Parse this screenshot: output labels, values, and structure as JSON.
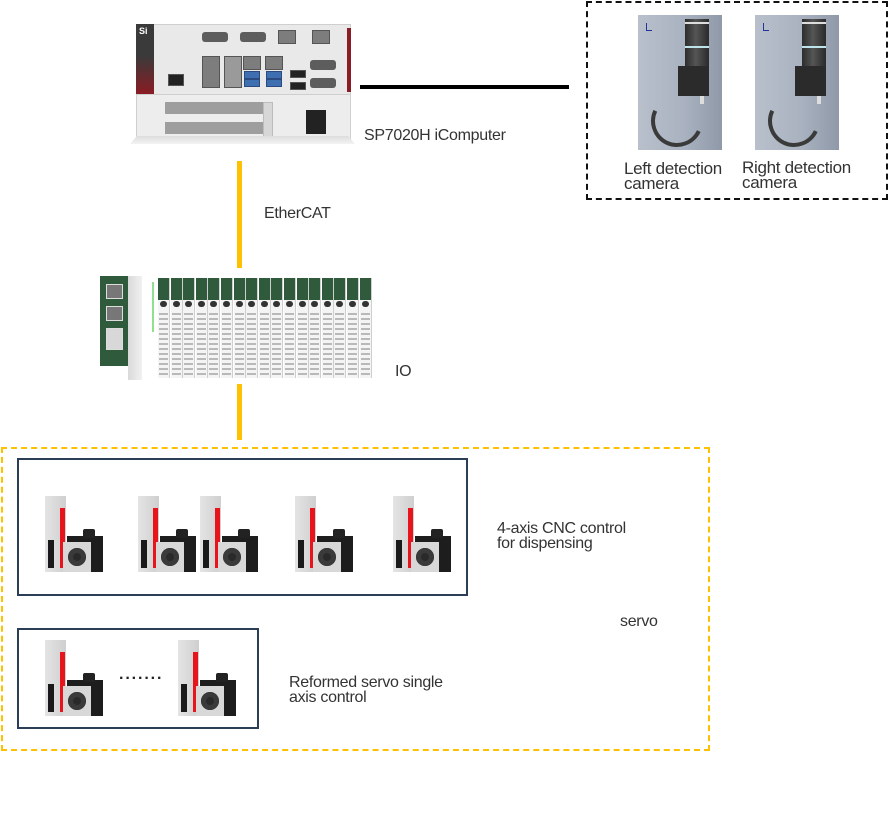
{
  "computer": {
    "label": "SP7020H iComputer",
    "logo": "Si"
  },
  "link_computer_io": {
    "label": "EtherCAT",
    "color": "#ffc000"
  },
  "link_computer_cameras": {
    "color": "#000000"
  },
  "cameras": {
    "items": [
      {
        "label_line1": "Left detection",
        "label_line2": "camera"
      },
      {
        "label_line1": "Right detection",
        "label_line2": "camera"
      }
    ]
  },
  "io": {
    "label": "IO",
    "module_count": 17
  },
  "servo": {
    "label": "servo",
    "group_color": "#ffc000",
    "box_color": "#2a3f55",
    "cnc_group": {
      "label_line1": "4-axis CNC control",
      "label_line2": "for dispensing",
      "servo_count": 5
    },
    "single_axis_group": {
      "label_line1": "Reformed servo single",
      "label_line2": "axis control",
      "ellipsis": "·······"
    }
  }
}
